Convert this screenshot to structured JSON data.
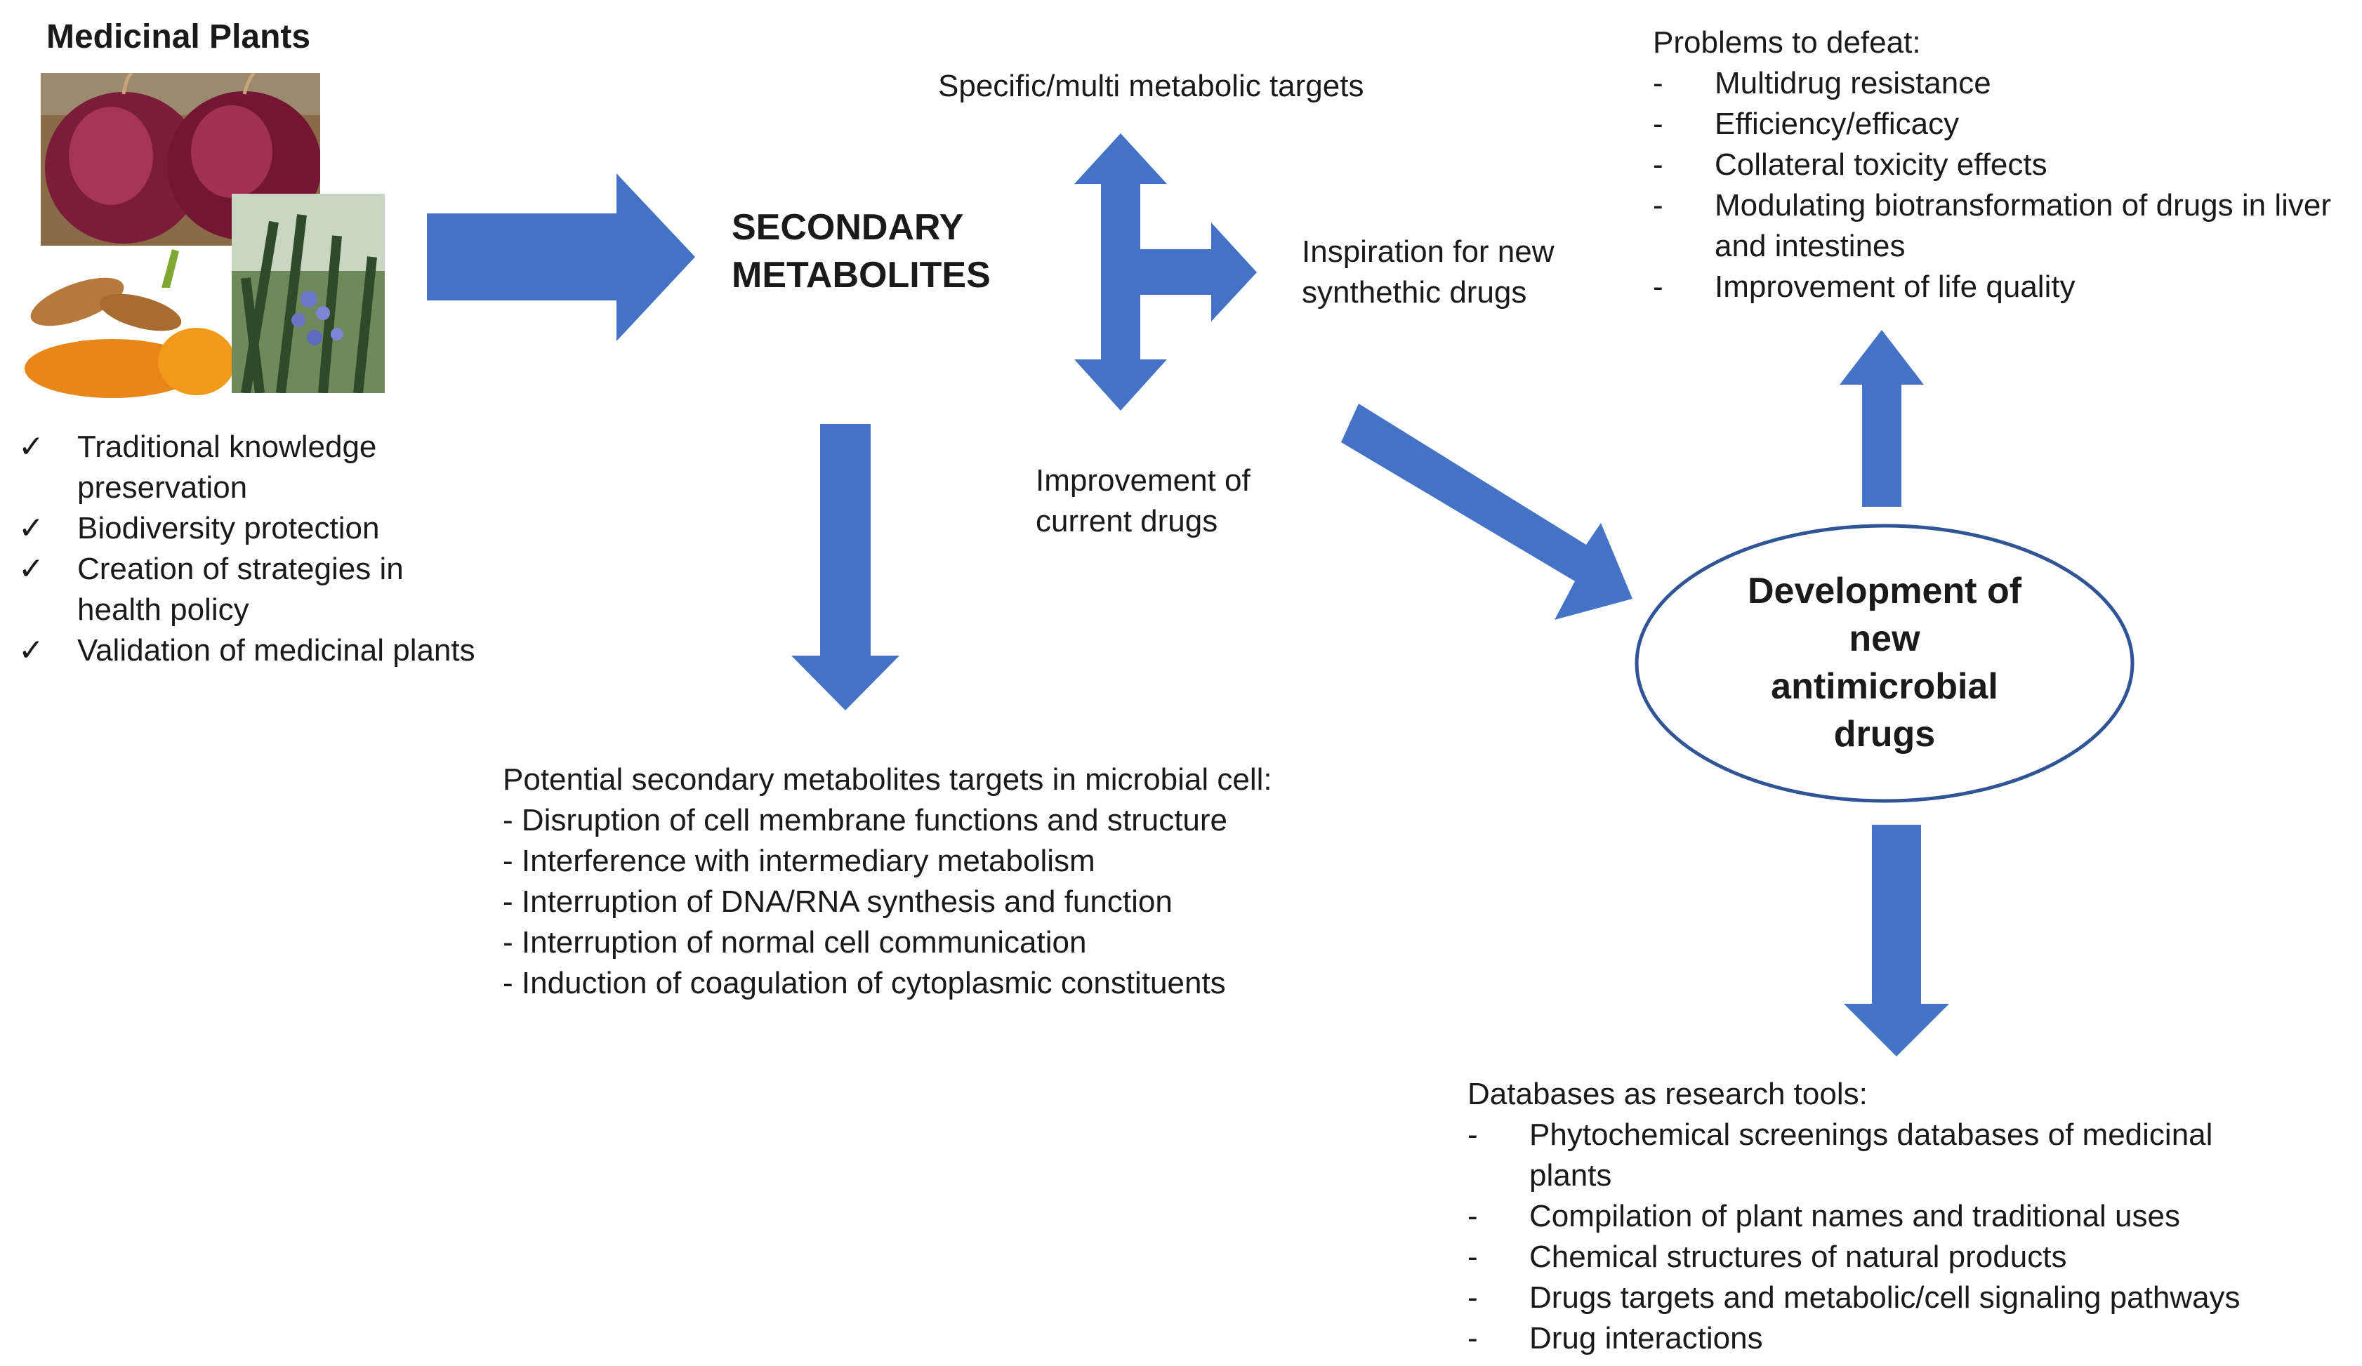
{
  "medicinal_plants": {
    "title": "Medicinal Plants",
    "photos": [
      "red-onion-photo",
      "turmeric-photo",
      "rosemary-photo"
    ],
    "check_glyph": "✓",
    "items": [
      {
        "lines": [
          "Traditional knowledge",
          "preservation"
        ]
      },
      {
        "lines": [
          "Biodiversity protection"
        ]
      },
      {
        "lines": [
          "Creation of strategies in",
          "health policy"
        ]
      },
      {
        "lines": [
          "Validation of medicinal plants"
        ]
      }
    ]
  },
  "secondary_metabolites": {
    "line1": "SECONDARY",
    "line2": "METABOLITES"
  },
  "specific_targets": "Specific/multi metabolic targets",
  "inspiration": {
    "line1": "Inspiration for new",
    "line2": "synthethic drugs"
  },
  "improvement": {
    "line1": "Improvement of",
    "line2": "current drugs"
  },
  "problems": {
    "title": "Problems to defeat:",
    "dash": "-",
    "items": [
      {
        "lines": [
          "Multidrug resistance"
        ]
      },
      {
        "lines": [
          "Efficiency/efficacy"
        ]
      },
      {
        "lines": [
          "Collateral toxicity effects"
        ]
      },
      {
        "lines": [
          "Modulating biotransformation of drugs in liver",
          "and intestines"
        ]
      },
      {
        "lines": [
          "Improvement of life quality"
        ]
      }
    ]
  },
  "development": {
    "line1": "Development of",
    "line2": "new",
    "line3": "antimicrobial",
    "line4": "drugs"
  },
  "targets_microbial": {
    "title": "Potential secondary metabolites targets in microbial cell:",
    "items": [
      "- Disruption of cell membrane functions and structure",
      "- Interference with intermediary metabolism",
      "- Interruption of DNA/RNA synthesis and function",
      "- Interruption of normal cell communication",
      "- Induction of coagulation of cytoplasmic constituents"
    ]
  },
  "databases": {
    "title": "Databases as research tools:",
    "dash": "-",
    "items": [
      {
        "lines": [
          "Phytochemical screenings databases of medicinal",
          "plants"
        ]
      },
      {
        "lines": [
          "Compilation of plant names and traditional uses"
        ]
      },
      {
        "lines": [
          "Chemical structures of natural products"
        ]
      },
      {
        "lines": [
          "Drugs targets and metabolic/cell signaling  pathways"
        ]
      },
      {
        "lines": [
          "Drug interactions"
        ]
      }
    ]
  },
  "colors": {
    "arrow": "#4472C4",
    "ellipse_stroke": "#2F5597"
  }
}
